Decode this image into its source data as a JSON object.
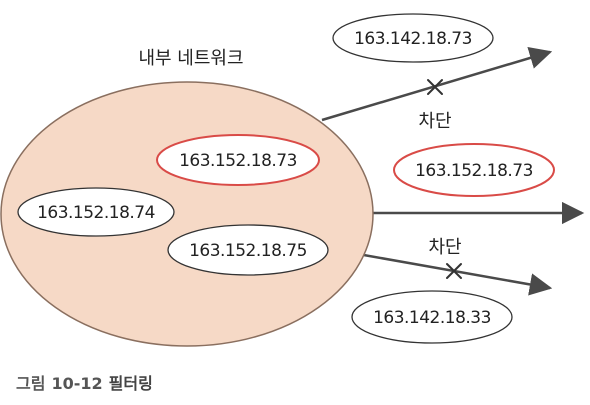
{
  "network_label": "내부 네트워크",
  "block_label_top": "차단",
  "block_label_bottom": "차단",
  "inside_hosts": {
    "highlighted": "163.152.18.73",
    "left": "163.152.18.74",
    "bottom": "163.152.18.75"
  },
  "outside_packets": {
    "top": "163.142.18.73",
    "middle": "163.152.18.73",
    "bottom": "163.142.18.33"
  },
  "caption": {
    "prefix": "그림",
    "number": "10-12",
    "title": "필터링"
  },
  "colors": {
    "network_fill": "#f6d9c6",
    "network_stroke": "#8a6f5f",
    "highlight_stroke": "#d94b47",
    "arrow": "#4a4a4a"
  }
}
